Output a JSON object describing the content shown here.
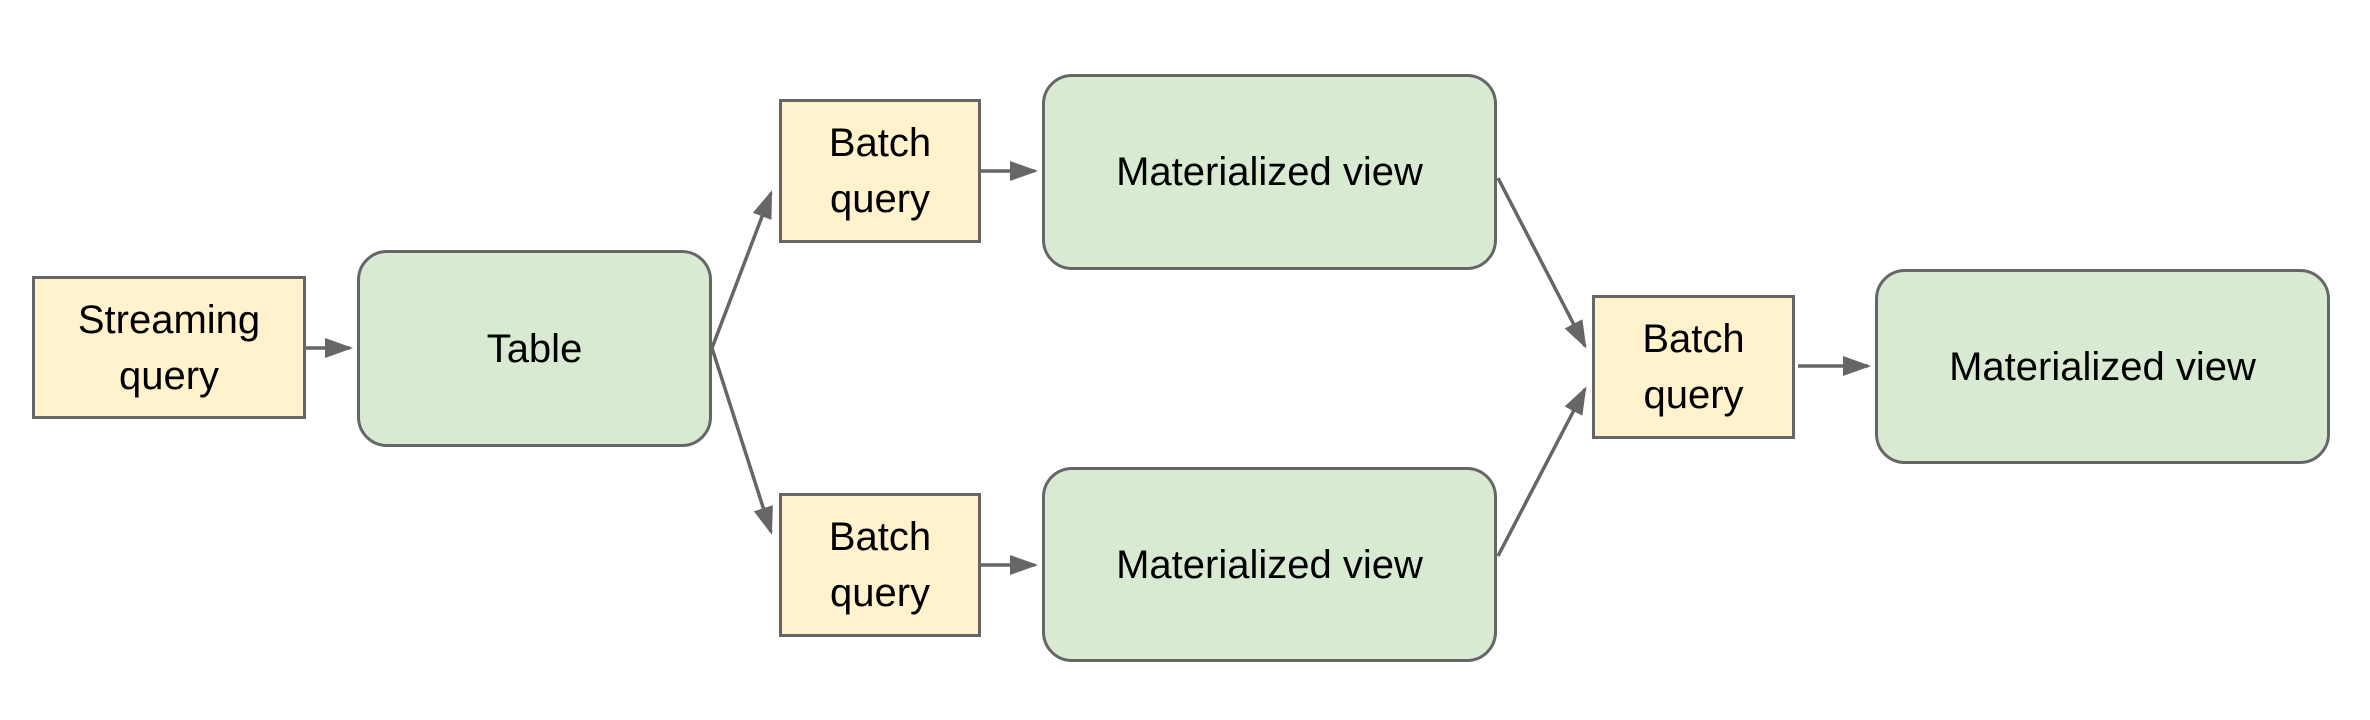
{
  "diagram": {
    "colors": {
      "background": "#ffffff",
      "query_fill": "#fff2cc",
      "store_fill": "#d9ead3",
      "node_border": "#666666",
      "connector": "#666666",
      "text": "#000000"
    },
    "nodes": [
      {
        "id": "streaming-query",
        "label": "Streaming query",
        "type": "query"
      },
      {
        "id": "table",
        "label": "Table",
        "type": "store"
      },
      {
        "id": "batch-query-top",
        "label": "Batch query",
        "type": "query"
      },
      {
        "id": "materialized-view-top",
        "label": "Materialized view",
        "type": "store"
      },
      {
        "id": "batch-query-bottom",
        "label": "Batch query",
        "type": "query"
      },
      {
        "id": "materialized-view-bottom",
        "label": "Materialized view",
        "type": "store"
      },
      {
        "id": "batch-query-final",
        "label": "Batch query",
        "type": "query"
      },
      {
        "id": "materialized-view-final",
        "label": "Materialized view",
        "type": "store"
      }
    ],
    "edges": [
      {
        "from": "streaming-query",
        "to": "table"
      },
      {
        "from": "table",
        "to": "batch-query-top"
      },
      {
        "from": "table",
        "to": "batch-query-bottom"
      },
      {
        "from": "batch-query-top",
        "to": "materialized-view-top"
      },
      {
        "from": "batch-query-bottom",
        "to": "materialized-view-bottom"
      },
      {
        "from": "materialized-view-top",
        "to": "batch-query-final"
      },
      {
        "from": "materialized-view-bottom",
        "to": "batch-query-final"
      },
      {
        "from": "batch-query-final",
        "to": "materialized-view-final"
      }
    ]
  }
}
